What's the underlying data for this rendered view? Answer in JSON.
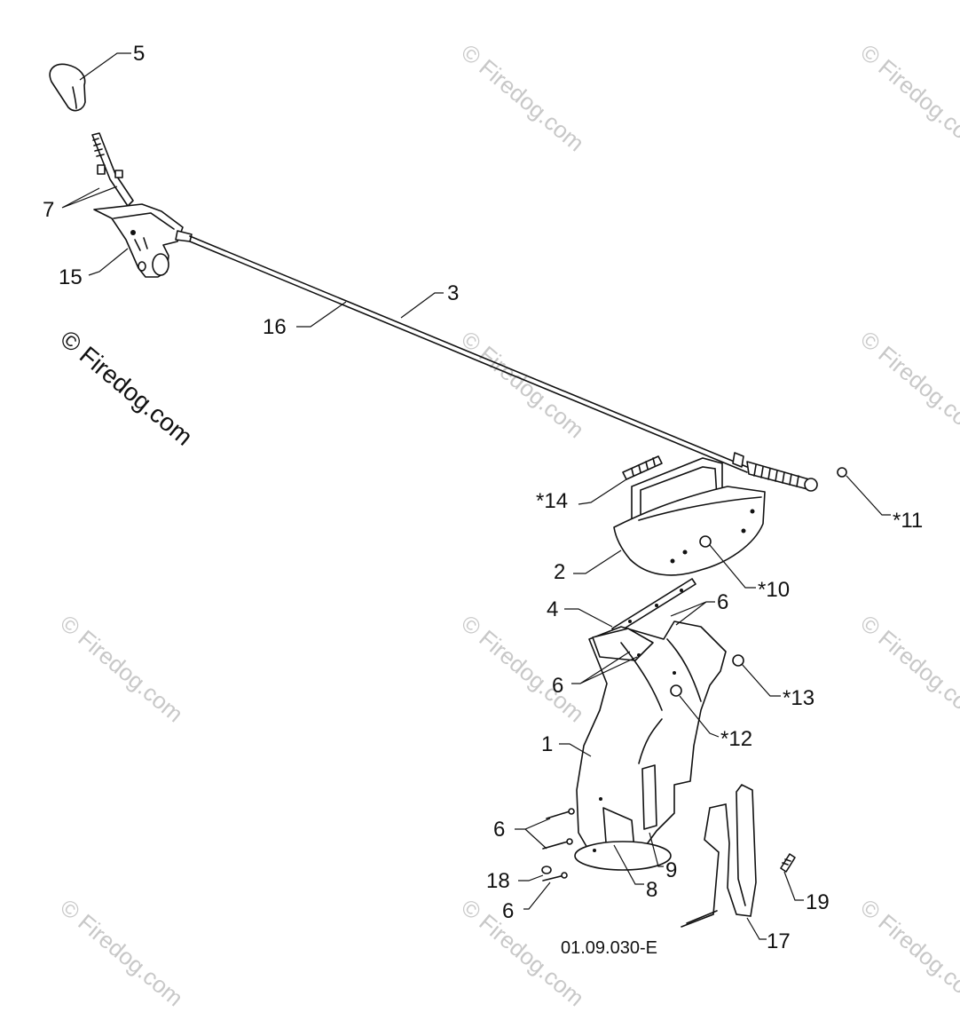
{
  "diagram": {
    "catalog_code": "01.09.030-E",
    "watermark": "© Firedog.com",
    "callouts": [
      "5",
      "7",
      "15",
      "16",
      "3",
      "*14",
      "*11",
      "2",
      "*10",
      "4",
      "6",
      "6",
      "*13",
      "*12",
      "1",
      "6",
      "18",
      "6",
      "8",
      "9",
      "19",
      "17"
    ]
  }
}
